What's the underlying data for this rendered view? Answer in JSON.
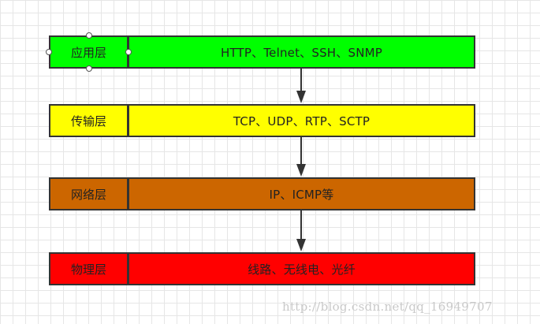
{
  "diagram": {
    "layers": [
      {
        "name": "应用层",
        "protocols": "HTTP、Telnet、SSH、SNMP",
        "color": "#00ff00"
      },
      {
        "name": "传输层",
        "protocols": "TCP、UDP、RTP、SCTP",
        "color": "#ffff00"
      },
      {
        "name": "网络层",
        "protocols": "IP、ICMP等",
        "color": "#cc6600"
      },
      {
        "name": "物理层",
        "protocols": "线路、无线电、光纤",
        "color": "#ff0000"
      }
    ],
    "line_color": "#333333"
  },
  "watermark": "http://blog.csdn.net/qq_16949707"
}
